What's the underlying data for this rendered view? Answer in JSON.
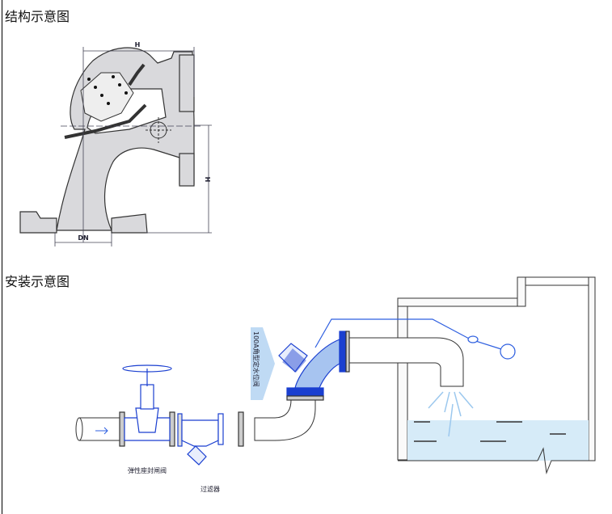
{
  "sections": {
    "structure": {
      "title": "结构示意图"
    },
    "installation": {
      "title": "安装示意图"
    }
  },
  "structure_diagram": {
    "dim_top": "H",
    "dim_side": "H",
    "dim_bottom": "DN"
  },
  "installation_diagram": {
    "valve_banner": "100A角型定水位阀",
    "gate_valve_label": "弹性座封闸阀",
    "strainer_label": "过滤器"
  },
  "colors": {
    "valve_blue": "#1a3fd0",
    "water_blue": "#cfe6f6",
    "line_blue": "#2e5fe0",
    "arrow_red": "#e33"
  }
}
